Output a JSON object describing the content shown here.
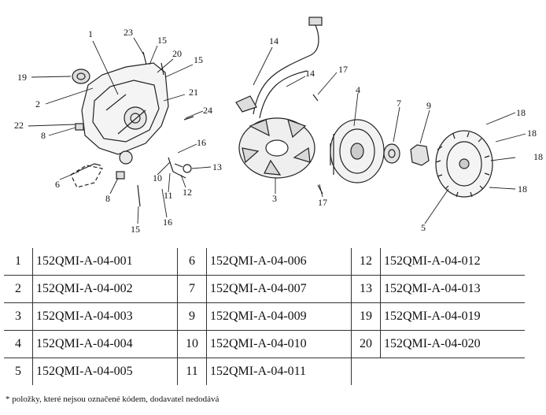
{
  "diagram": {
    "callouts": {
      "c1": "1",
      "c23": "23",
      "c15a": "15",
      "c20": "20",
      "c15b": "15",
      "c19": "19",
      "c21": "21",
      "c2": "2",
      "c24": "24",
      "c22": "22",
      "c8a": "8",
      "c16a": "16",
      "c13": "13",
      "c10": "10",
      "c12": "12",
      "c11": "11",
      "c6": "6",
      "c8b": "8",
      "c15c": "15",
      "c16b": "16",
      "c14a": "14",
      "c14b": "14",
      "c17a": "17",
      "c4": "4",
      "c3": "3",
      "c17b": "17",
      "c7": "7",
      "c9": "9",
      "c18a": "18",
      "c18b": "18",
      "c18c": "18",
      "c18d": "18",
      "c5": "5"
    }
  },
  "parts_table": {
    "rows": [
      [
        {
          "no": "1",
          "code": "152QMI-A-04-001"
        },
        {
          "no": "6",
          "code": "152QMI-A-04-006"
        },
        {
          "no": "12",
          "code": "152QMI-A-04-012"
        }
      ],
      [
        {
          "no": "2",
          "code": "152QMI-A-04-002"
        },
        {
          "no": "7",
          "code": "152QMI-A-04-007"
        },
        {
          "no": "13",
          "code": "152QMI-A-04-013"
        }
      ],
      [
        {
          "no": "3",
          "code": "152QMI-A-04-003"
        },
        {
          "no": "9",
          "code": "152QMI-A-04-009"
        },
        {
          "no": "19",
          "code": "152QMI-A-04-019"
        }
      ],
      [
        {
          "no": "4",
          "code": "152QMI-A-04-004"
        },
        {
          "no": "10",
          "code": "152QMI-A-04-010"
        },
        {
          "no": "20",
          "code": "152QMI-A-04-020"
        }
      ],
      [
        {
          "no": "5",
          "code": "152QMI-A-04-005"
        },
        {
          "no": "11",
          "code": "152QMI-A-04-011"
        },
        {
          "no": "",
          "code": ""
        }
      ]
    ]
  },
  "footnote": "* položky, které nejsou označené kódem, dodavatel nedodává"
}
